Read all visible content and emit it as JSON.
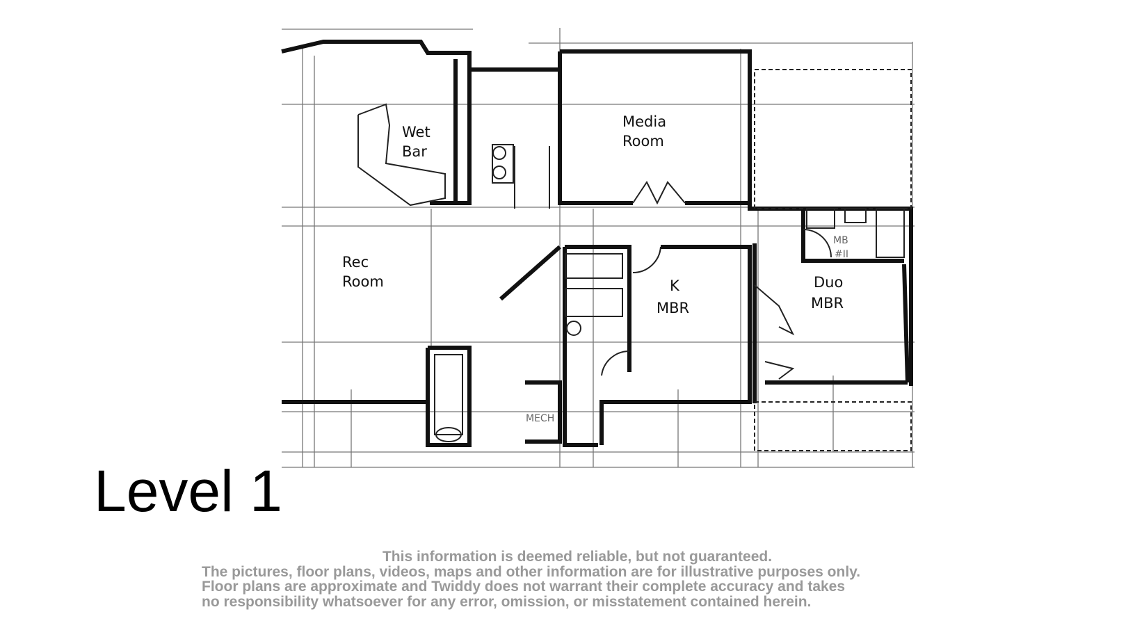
{
  "level_title": "Level 1",
  "rooms": {
    "wet_bar": [
      "Wet",
      "Bar"
    ],
    "media_room": [
      "Media",
      "Room"
    ],
    "rec_room": [
      "Rec",
      "Room"
    ],
    "k_mbr": [
      "K",
      "MBR"
    ],
    "duo_mbr": [
      "Duo",
      "MBR"
    ],
    "mb": [
      "MB",
      "#II"
    ],
    "mech": "MECH"
  },
  "disclaimer": [
    "This information is deemed reliable, but not guaranteed.",
    "The pictures, floor plans, videos, maps and other information are for illustrative purposes only.",
    "Floor plans are approximate and Twiddy does not warrant their complete accuracy and takes",
    "no responsibility whatsoever for any error, omission, or misstatement contained herein."
  ]
}
